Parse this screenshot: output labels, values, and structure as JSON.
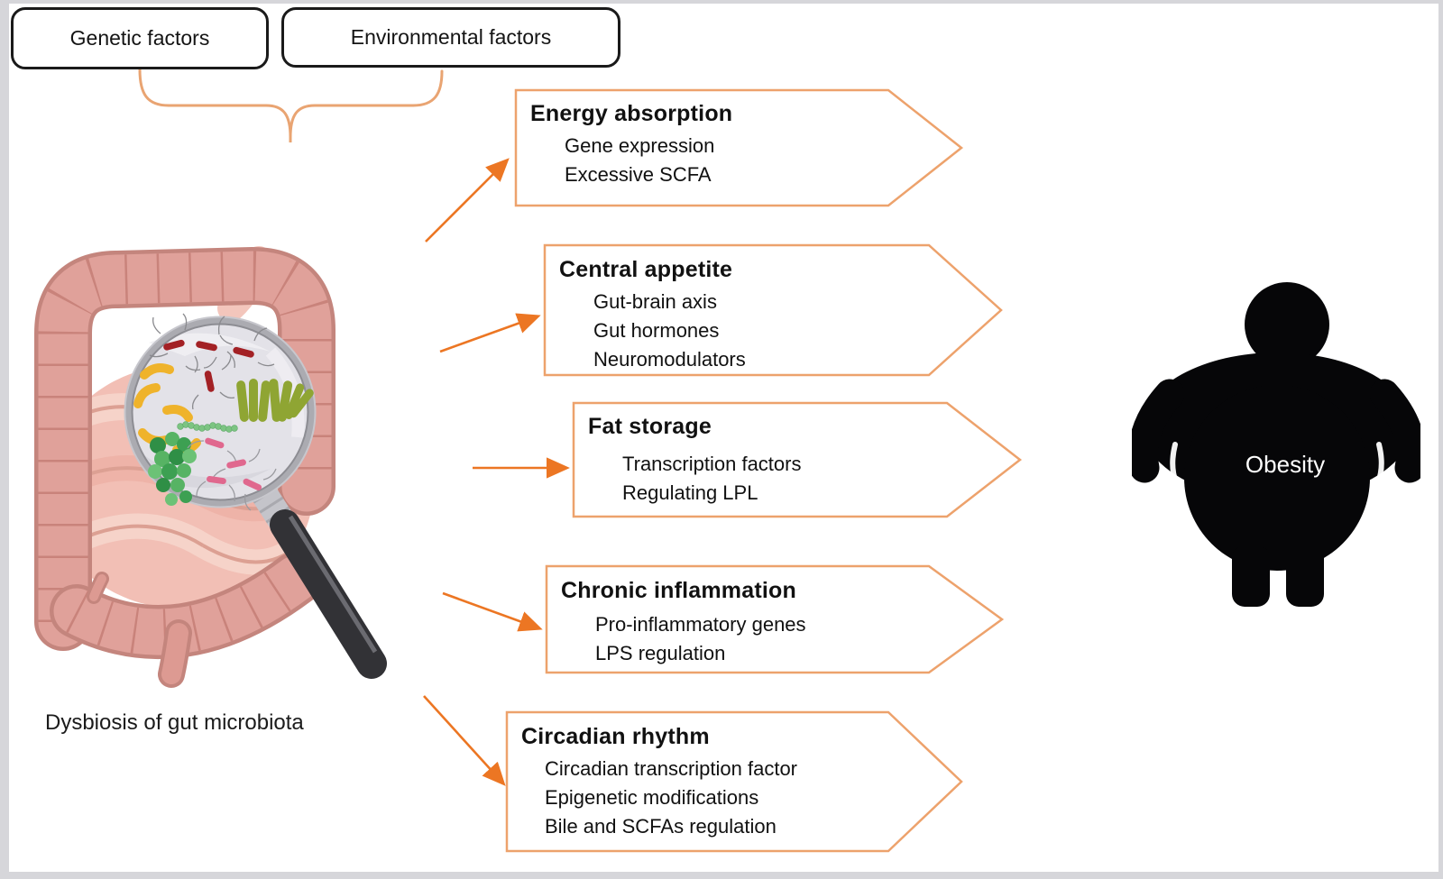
{
  "top_factors": {
    "genetic_label": "Genetic factors",
    "environmental_label": "Environmental factors"
  },
  "gut_caption": "Dysbiosis of gut microbiota",
  "mechanisms": [
    {
      "title": "Energy absorption",
      "items": [
        "Gene expression",
        "Excessive SCFA"
      ]
    },
    {
      "title": "Central appetite",
      "items": [
        "Gut-brain axis",
        "Gut hormones",
        "Neuromodulators"
      ]
    },
    {
      "title": "Fat storage",
      "items": [
        "Transcription factors",
        "Regulating LPL"
      ]
    },
    {
      "title": "Chronic inflammation",
      "items": [
        "Pro-inflammatory genes",
        "LPS regulation"
      ]
    },
    {
      "title": "Circadian rhythm",
      "items": [
        "Circadian transcription factor",
        "Epigenetic modifications",
        "Bile and SCFAs regulation"
      ]
    }
  ],
  "outcome_label": "Obesity",
  "colors": {
    "frame_bg": "#d6d6da",
    "content_bg": "#ffffff",
    "factor_border": "#1a1a1a",
    "brace_orange": "#e9a472",
    "chevron_border_orange": "#eda26c",
    "arrow_orange": "#ec7623",
    "silhouette_black": "#060608",
    "colon_pink": "#e0a19a",
    "colon_outline": "#c4857d",
    "small_intestine_pink": "#f2bfb5",
    "lens_gray": "#e3e2e8",
    "bacteria_red": "#a32125",
    "bacteria_yellow": "#efb32b",
    "bacteria_olive": "#8fa533",
    "bacteria_green": "#3d9b52",
    "bacteria_pink": "#e0688e"
  }
}
